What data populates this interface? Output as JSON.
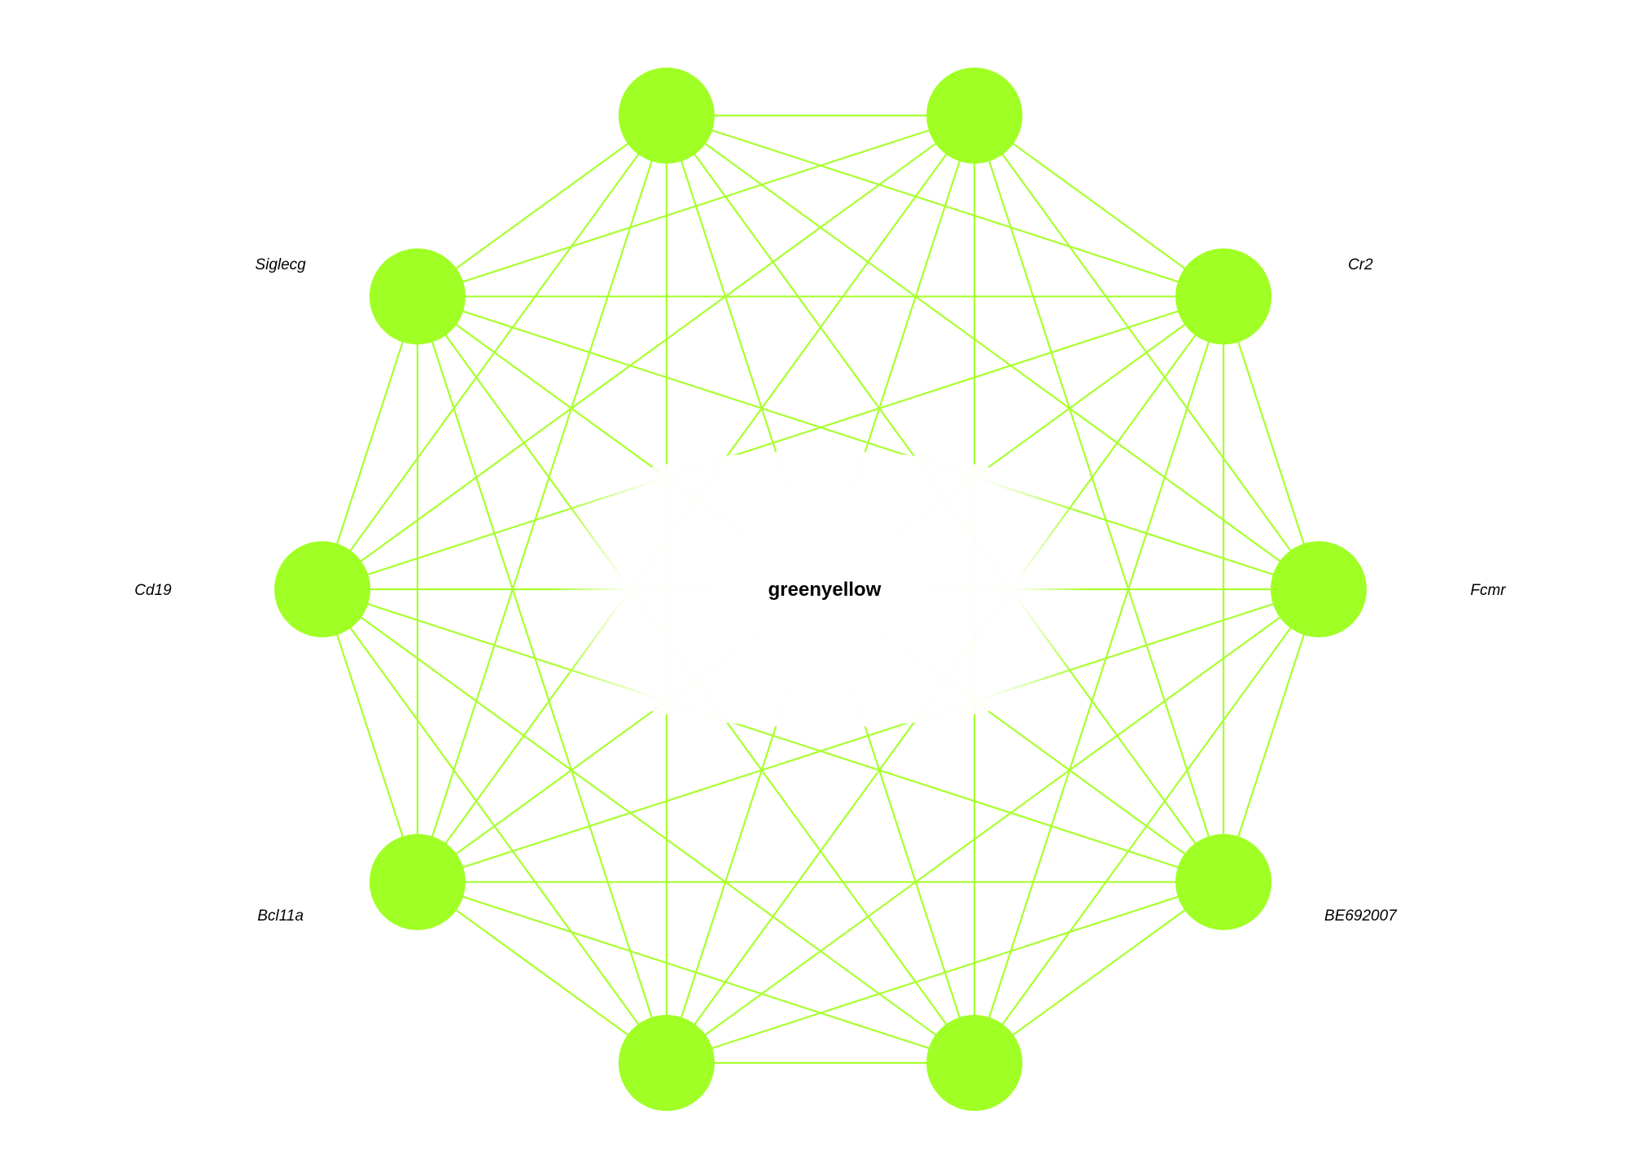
{
  "module": {
    "name": "greenyellow",
    "color": "#a0ff24",
    "edge_color": "#a8ff2e",
    "center_fade_color": "#ffffff"
  },
  "genes": [
    "",
    "",
    "Cr2",
    "Fcmr",
    "BE692007",
    "",
    "",
    "Bcl11a",
    "Cd19",
    "Siglecg"
  ],
  "edges": "all-pairs"
}
